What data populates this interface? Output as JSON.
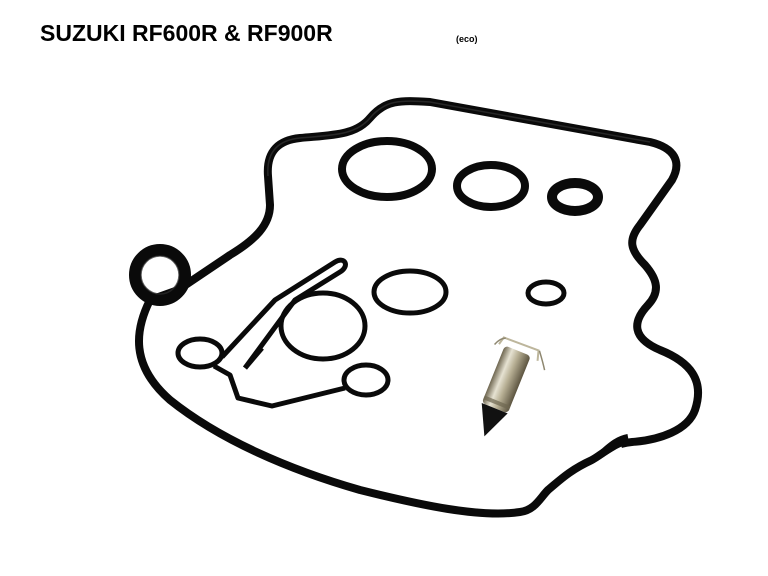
{
  "title": "SUZUKI RF600R & RF900R",
  "subtitle": "(eco)",
  "image": {
    "subject": "carburetor repair gasket kit",
    "components": [
      {
        "name": "float-bowl-gasket",
        "color": "#0a0a0a"
      },
      {
        "name": "large-o-ring",
        "color": "#0a0a0a"
      },
      {
        "name": "medium-o-ring",
        "color": "#0a0a0a"
      },
      {
        "name": "small-thick-o-ring",
        "color": "#0a0a0a"
      },
      {
        "name": "tiny-o-ring",
        "color": "#0a0a0a"
      },
      {
        "name": "diaphragm-cover-gasket",
        "color": "#0a0a0a"
      },
      {
        "name": "float-needle-valve",
        "color": "#b8b09a"
      }
    ],
    "background": "#ffffff"
  }
}
